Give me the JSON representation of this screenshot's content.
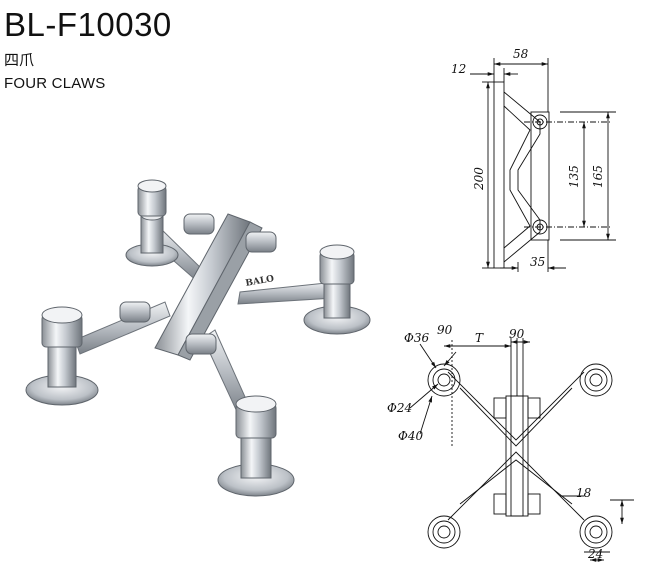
{
  "product": {
    "model": "BL-F10030",
    "name_cn": "四爪",
    "name_en": "FOUR CLAWS",
    "brand": "BALO"
  },
  "side_view_dims": {
    "top_width": "58",
    "arm_offset": "12",
    "total_height": "200",
    "hole_spacing": "135",
    "outer_height": "165",
    "bottom_width": "35"
  },
  "front_view_dims": {
    "outer_diameter": "Φ36",
    "angle": "90",
    "arm_spacing": "T",
    "center_width": "90",
    "inner_diameter": "Φ24",
    "flange_diameter": "Φ40",
    "arm_width": "18",
    "bottom_dim": "24"
  }
}
